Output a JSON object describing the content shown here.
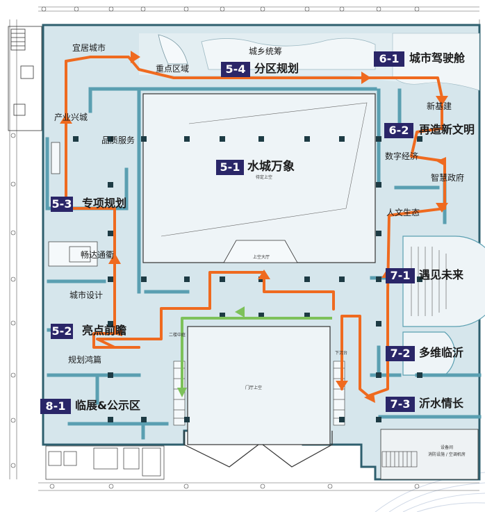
{
  "zones": {
    "z51": {
      "code": "5-1",
      "title": "水城万象",
      "note": "待定上空"
    },
    "z52": {
      "code": "5-2",
      "title": "亮点前瞻"
    },
    "z53": {
      "code": "5-3",
      "title": "专项规划"
    },
    "z54": {
      "code": "5-4",
      "title": "分区规划"
    },
    "z61": {
      "code": "6-1",
      "title": "城市驾驶舱"
    },
    "z62": {
      "code": "6-2",
      "title": "再造新文明"
    },
    "z71": {
      "code": "7-1",
      "title": "遇见未来"
    },
    "z72": {
      "code": "7-2",
      "title": "多维临沂"
    },
    "z73": {
      "code": "7-3",
      "title": "沂水情长"
    },
    "z81": {
      "code": "8-1",
      "title": "临展&公示区"
    }
  },
  "sub_labels": {
    "yiju": "宜居城市",
    "chengxiang": "城乡统筹",
    "zhongdian": "重点区域",
    "chanye": "产业兴城",
    "pinzhi": "品质服务",
    "changda": "畅达通衢",
    "chengshi_sheji": "城市设计",
    "guihua_hong": "规划鸿篇",
    "xinjijian": "新基建",
    "shuzi": "数字经济",
    "zhihui": "智慧政府",
    "renwen": "人文生态"
  },
  "small_notes": {
    "atrium_top": "上空大厅",
    "left_stair": "二楼中庭",
    "right_stair": "下沉台",
    "center_hall": "门厅上空",
    "office_room": "设备间",
    "office_detail": "消防设施 / 空调机房"
  },
  "colors": {
    "route_main": "#ef6a1f",
    "route_green": "#7dc15a",
    "badge_bg": "#2a2668",
    "floor": "#d6e6ec",
    "wall": "#5a9fb1"
  }
}
